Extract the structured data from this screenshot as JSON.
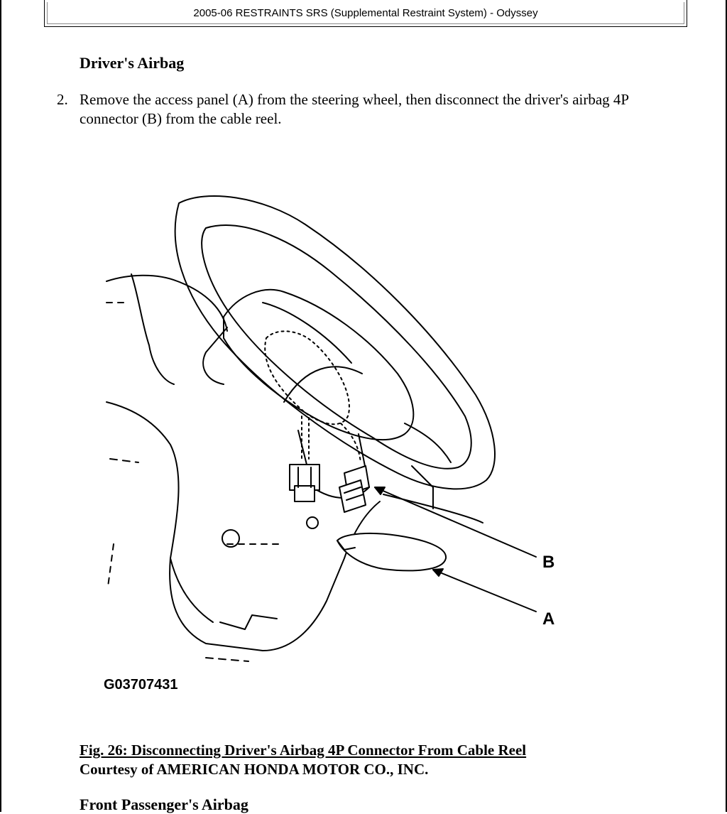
{
  "header": {
    "title": "2005-06 RESTRAINTS SRS (Supplemental Restraint System) - Odyssey"
  },
  "section": {
    "title": "Driver's Airbag"
  },
  "step": {
    "number": "2.",
    "text": "Remove the access panel (A) from the steering wheel, then disconnect the driver's airbag 4P connector (B) from the cable reel."
  },
  "figure": {
    "callout_b": "B",
    "callout_a": "A",
    "figure_id": "G03707431"
  },
  "caption": {
    "title": "Fig. 26: Disconnecting Driver's Airbag 4P Connector From Cable Reel",
    "courtesy": "Courtesy of AMERICAN HONDA MOTOR CO., INC."
  },
  "next_section": {
    "title": "Front Passenger's Airbag"
  }
}
